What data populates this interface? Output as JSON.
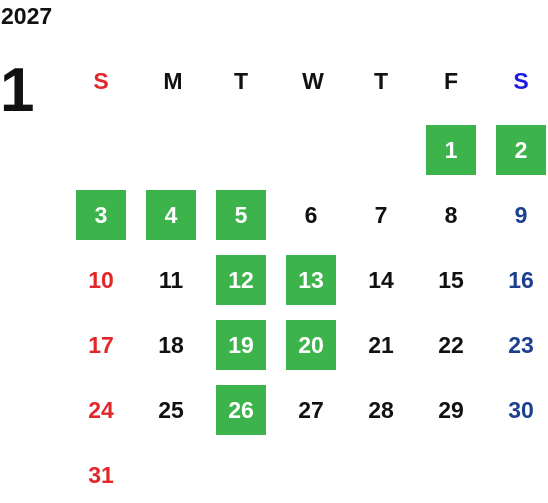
{
  "year": "2027",
  "month": "1",
  "weekdays": [
    "S",
    "M",
    "T",
    "W",
    "T",
    "F",
    "S"
  ],
  "colors": {
    "sunday": "#e3262a",
    "saturday_header": "#1a1ae6",
    "saturday": "#1d3f8f",
    "highlight": "#3cb44b"
  },
  "days": {
    "d1": "1",
    "d2": "2",
    "d3": "3",
    "d4": "4",
    "d5": "5",
    "d6": "6",
    "d7": "7",
    "d8": "8",
    "d9": "9",
    "d10": "10",
    "d11": "11",
    "d12": "12",
    "d13": "13",
    "d14": "14",
    "d15": "15",
    "d16": "16",
    "d17": "17",
    "d18": "18",
    "d19": "19",
    "d20": "20",
    "d21": "21",
    "d22": "22",
    "d23": "23",
    "d24": "24",
    "d25": "25",
    "d26": "26",
    "d27": "27",
    "d28": "28",
    "d29": "29",
    "d30": "30",
    "d31": "31"
  },
  "highlighted_days": [
    "1",
    "2",
    "3",
    "4",
    "5",
    "12",
    "13",
    "19",
    "20",
    "26"
  ]
}
